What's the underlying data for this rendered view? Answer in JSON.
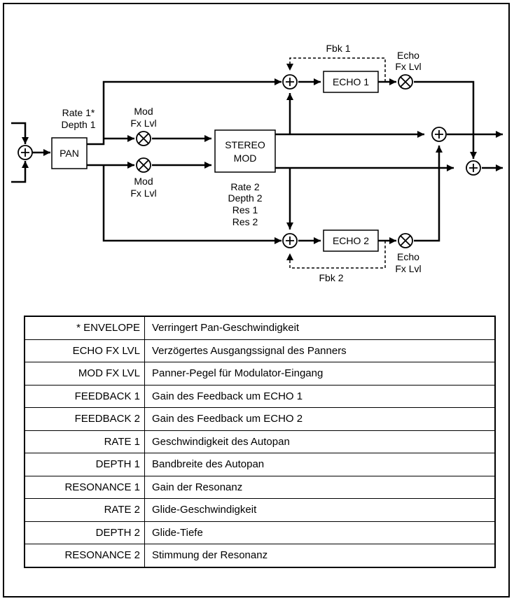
{
  "blocks": {
    "pan": "PAN",
    "stereo_mod_line1": "STEREO",
    "stereo_mod_line2": "MOD",
    "echo1": "ECHO 1",
    "echo2": "ECHO 2"
  },
  "labels": {
    "pan_params": [
      "Rate 1*",
      "Depth 1"
    ],
    "mod_fx_top": [
      "Mod",
      "Fx Lvl"
    ],
    "mod_fx_bottom": [
      "Mod",
      "Fx Lvl"
    ],
    "stereo_params": [
      "Rate 2",
      "Depth 2",
      "Res 1",
      "Res 2"
    ],
    "echo_fx_top": [
      "Echo",
      "Fx Lvl"
    ],
    "echo_fx_bottom": [
      "Echo",
      "Fx Lvl"
    ],
    "fbk1": "Fbk 1",
    "fbk2": "Fbk 2"
  },
  "legend": [
    {
      "term": "* ENVELOPE",
      "desc": "Verringert Pan-Geschwindigkeit"
    },
    {
      "term": "ECHO FX LVL",
      "desc": "Verzögertes Ausgangssignal des Panners"
    },
    {
      "term": "MOD FX LVL",
      "desc": "Panner-Pegel für Modulator-Eingang"
    },
    {
      "term": "FEEDBACK 1",
      "desc": "Gain des Feedback um ECHO 1"
    },
    {
      "term": "FEEDBACK 2",
      "desc": "Gain des Feedback um ECHO 2"
    },
    {
      "term": "RATE 1",
      "desc": "Geschwindigkeit des Autopan"
    },
    {
      "term": "DEPTH 1",
      "desc": "Bandbreite des Autopan"
    },
    {
      "term": "RESONANCE 1",
      "desc": "Gain der Resonanz"
    },
    {
      "term": "RATE 2",
      "desc": "Glide-Geschwindigkeit"
    },
    {
      "term": "DEPTH 2",
      "desc": "Glide-Tiefe"
    },
    {
      "term": "RESONANCE 2",
      "desc": "Stimmung der Resonanz"
    }
  ]
}
